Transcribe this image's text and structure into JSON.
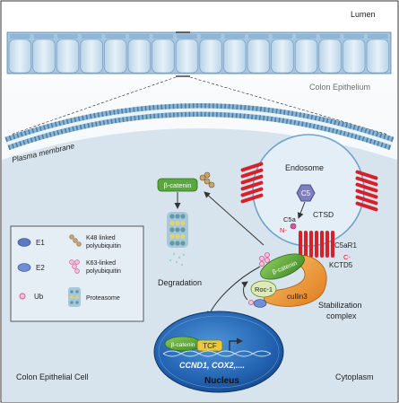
{
  "labels": {
    "lumen": "Lumen",
    "colon_epithelium": "Colon Epithelium",
    "plasma_membrane": "Plasma membrane",
    "endosome": "Endosome",
    "c5": "C5",
    "c5a": "C5a",
    "ctsd": "CTSD",
    "n_term_top": "N-",
    "c5ar1": "C5aR1",
    "c_term": "C-",
    "kctd5": "KCTD5",
    "beta_catenin_deg": "β-catenin",
    "degradation": "Degradation",
    "beta_catenin_complex": "β-catenin",
    "roc1": "Roc-1",
    "cullin3": "cullin3",
    "stabilization_line1": "Stabilization",
    "stabilization_line2": "complex",
    "beta_catenin_nuc": "β-catenin",
    "tcf": "TCF",
    "genes": "CCND1, COX2,....",
    "nucleus": "Nucleus",
    "cell": "Colon Epithelial Cell",
    "cytoplasm": "Cytoplasm"
  },
  "legend": {
    "e1": "E1",
    "e2": "E2",
    "ub": "Ub",
    "k48_line1": "K48 linked",
    "k48_line2": "polyubiquitin",
    "k63_line1": "K63-linked",
    "k63_line2": "polyubiquitin",
    "proteasome": "Proteasome"
  },
  "colors": {
    "cell_background": "#dde8f0",
    "membrane_blue": "#6fa3c8",
    "receptor_red": "#d6202a",
    "beta_catenin_green": "#5aa83c",
    "cullin_orange": "#f0a33a",
    "nucleus_blue": "#1f66b5",
    "ub_pink": "#d25c9a"
  }
}
